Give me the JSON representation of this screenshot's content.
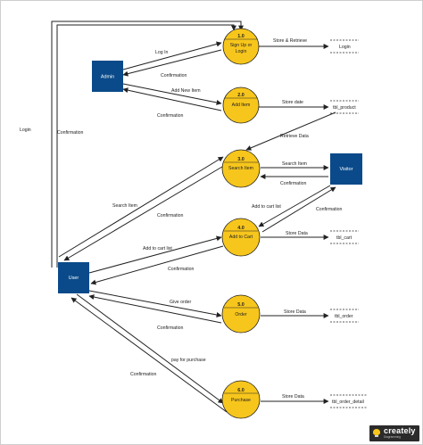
{
  "entities": {
    "admin": "Admin",
    "user": "User",
    "visitor": "Visitor"
  },
  "processes": [
    {
      "num": "1.0",
      "name_line1": "Sign Up or",
      "name_line2": "Login"
    },
    {
      "num": "2.0",
      "name_line1": "Add Item",
      "name_line2": ""
    },
    {
      "num": "3.0",
      "name_line1": "Search Item",
      "name_line2": ""
    },
    {
      "num": "4.0",
      "name_line1": "Add to Cart",
      "name_line2": ""
    },
    {
      "num": "5.0",
      "name_line1": "Order",
      "name_line2": ""
    },
    {
      "num": "6.0",
      "name_line1": "Purchase",
      "name_line2": ""
    }
  ],
  "stores": {
    "login": "Login",
    "tbl_product": "tbl_product",
    "tbl_cart": "tbl_cart",
    "tbl_order": "tbl_order",
    "tbl_order_detail": "tbl_order_detail"
  },
  "flows": {
    "log_in": "Log In",
    "confirmation_admin_1": "Confirmation",
    "add_new_item": "Add New Item",
    "confirmation_admin_2": "Confirmation",
    "store_retrieve": "Store & Retrieve",
    "store_date": "Store date",
    "retrieve_data": "Retrieve Data",
    "login_user": "Login",
    "confirmation_user_login": "Confirmation",
    "search_item_user": "Search Item",
    "confirmation_search_user": "Confirmation",
    "search_item_visitor": "Search Item",
    "confirmation_search_visitor": "Confirmation",
    "add_to_cart_list_visitor": "Add to cart list",
    "confirmation_cart_visitor": "Confirmation",
    "add_to_cart_list_user": "Add to cart list",
    "confirmation_cart_user": "Confirmation",
    "store_data_cart": "Store Data",
    "give_order": "Give order",
    "confirmation_order": "Confirmation",
    "store_data_order": "Store Data",
    "pay_for_purchase": "pay for purchase",
    "confirmation_purchase": "Confirmation",
    "store_data_purchase": "Store Data"
  },
  "branding": {
    "brand": "creately",
    "tagline": "Diagramming"
  },
  "colors": {
    "entity": "#0a4a8a",
    "process": "#f7c61c",
    "line": "#222222"
  }
}
